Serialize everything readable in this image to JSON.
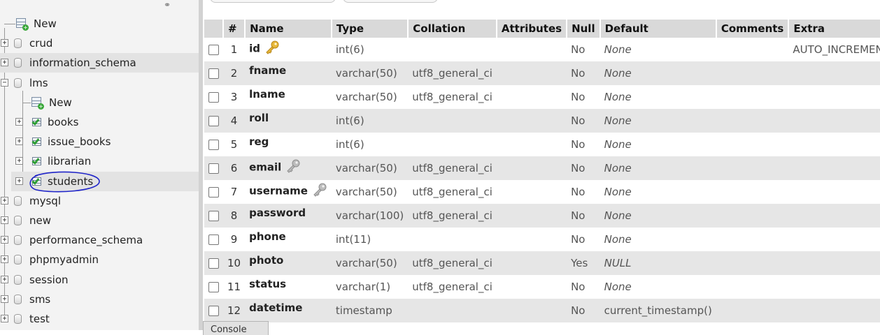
{
  "nav": {
    "root_new": "New",
    "databases": [
      {
        "name": "crud",
        "expander": "+"
      },
      {
        "name": "information_schema",
        "expander": "+"
      },
      {
        "name": "lms",
        "expander": "−"
      }
    ],
    "lms_children": {
      "new": "New",
      "tables": [
        {
          "name": "books",
          "expander": "+"
        },
        {
          "name": "issue_books",
          "expander": "+"
        },
        {
          "name": "librarian",
          "expander": "+"
        },
        {
          "name": "students",
          "expander": "+"
        }
      ]
    },
    "databases_after": [
      {
        "name": "mysql",
        "expander": "+"
      },
      {
        "name": "new",
        "expander": "+"
      },
      {
        "name": "performance_schema",
        "expander": "+"
      },
      {
        "name": "phpmyadmin",
        "expander": "+"
      },
      {
        "name": "session",
        "expander": "+"
      },
      {
        "name": "sms",
        "expander": "+"
      },
      {
        "name": "test",
        "expander": "+"
      }
    ]
  },
  "structure": {
    "headers": [
      "#",
      "Name",
      "Type",
      "Collation",
      "Attributes",
      "Null",
      "Default",
      "Comments",
      "Extra"
    ],
    "rows": [
      {
        "num": "1",
        "name": "id",
        "key": "primary",
        "type": "int(6)",
        "collation": "",
        "null": "No",
        "default": "None",
        "extra": "AUTO_INCREMENT"
      },
      {
        "num": "2",
        "name": "fname",
        "key": "",
        "type": "varchar(50)",
        "collation": "utf8_general_ci",
        "null": "No",
        "default": "None",
        "extra": ""
      },
      {
        "num": "3",
        "name": "lname",
        "key": "",
        "type": "varchar(50)",
        "collation": "utf8_general_ci",
        "null": "No",
        "default": "None",
        "extra": ""
      },
      {
        "num": "4",
        "name": "roll",
        "key": "",
        "type": "int(6)",
        "collation": "",
        "null": "No",
        "default": "None",
        "extra": ""
      },
      {
        "num": "5",
        "name": "reg",
        "key": "",
        "type": "int(6)",
        "collation": "",
        "null": "No",
        "default": "None",
        "extra": ""
      },
      {
        "num": "6",
        "name": "email",
        "key": "unique",
        "type": "varchar(50)",
        "collation": "utf8_general_ci",
        "null": "No",
        "default": "None",
        "extra": ""
      },
      {
        "num": "7",
        "name": "username",
        "key": "unique",
        "type": "varchar(50)",
        "collation": "utf8_general_ci",
        "null": "No",
        "default": "None",
        "extra": ""
      },
      {
        "num": "8",
        "name": "password",
        "key": "",
        "type": "varchar(100)",
        "collation": "utf8_general_ci",
        "null": "No",
        "default": "None",
        "extra": ""
      },
      {
        "num": "9",
        "name": "phone",
        "key": "",
        "type": "int(11)",
        "collation": "",
        "null": "No",
        "default": "None",
        "extra": ""
      },
      {
        "num": "10",
        "name": "photo",
        "key": "",
        "type": "varchar(50)",
        "collation": "utf8_general_ci",
        "null": "Yes",
        "default": "NULL",
        "extra": ""
      },
      {
        "num": "11",
        "name": "status",
        "key": "",
        "type": "varchar(1)",
        "collation": "utf8_general_ci",
        "null": "No",
        "default": "None",
        "extra": ""
      },
      {
        "num": "12",
        "name": "datetime",
        "key": "",
        "type": "timestamp",
        "collation": "",
        "null": "No",
        "default": "current_timestamp()",
        "extra": ""
      }
    ]
  },
  "console_label": "Console",
  "colors": {
    "primary_key": "#e8b83a",
    "unique_key": "#a8a8a8",
    "annotation": "#1f24c9"
  }
}
